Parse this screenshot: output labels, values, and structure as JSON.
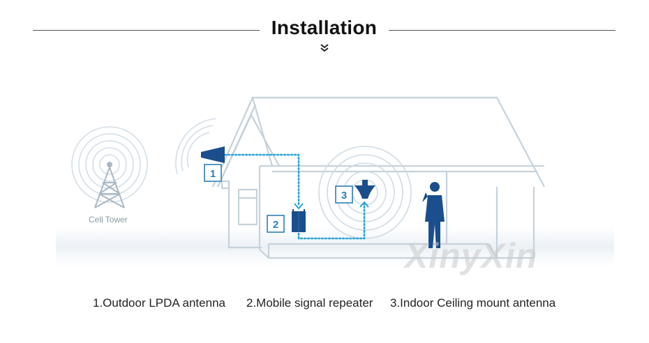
{
  "header": {
    "title": "Installation"
  },
  "diagram": {
    "cell_tower_label": "Cell Tower",
    "markers": [
      "1",
      "2",
      "3"
    ],
    "watermark": "XinyXin"
  },
  "captions": [
    "1.Outdoor LPDA antenna",
    "2.Mobile signal repeater",
    "3.Indoor Ceiling mount antenna"
  ],
  "colors": {
    "accent_blue": "#1a4e8c",
    "dotted_cable": "#2aa5d2",
    "house_outline": "#c5d2dc",
    "signal_rings": "#cfdbe4",
    "marker_text": "#2c7fb8"
  }
}
